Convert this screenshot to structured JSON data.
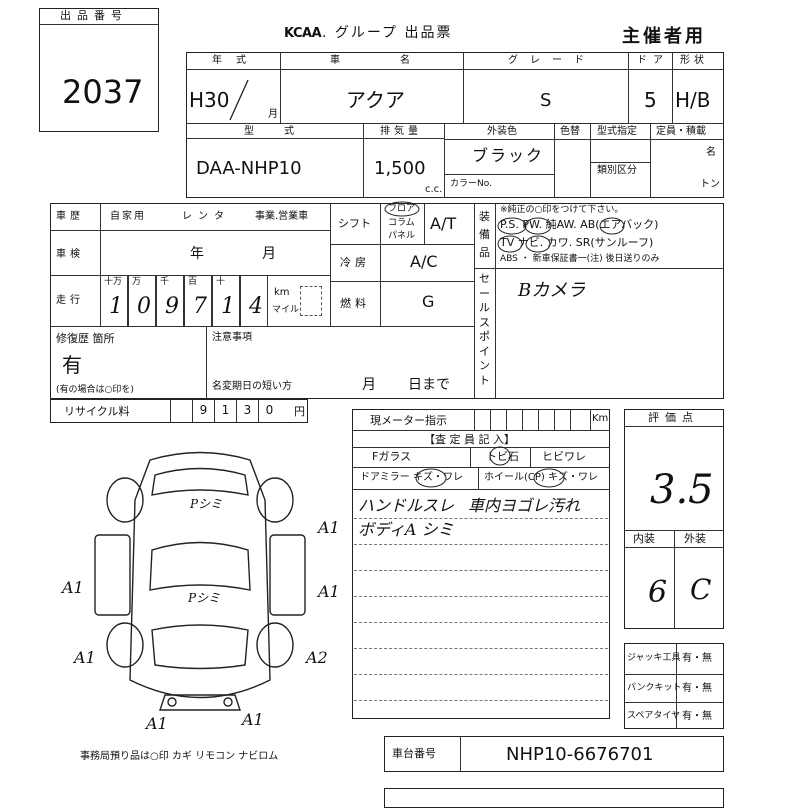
{
  "lot": {
    "label": "出品番号",
    "number": "2037"
  },
  "header": {
    "brand": "KCAA",
    "title": ". グループ 出品票",
    "role": "主催者用"
  },
  "row1": {
    "year_label": "年式",
    "year_value": "H30",
    "month_label": "月",
    "car_label": "車名",
    "car_value": "アクア",
    "grade_label": "グレード",
    "grade_value": "S",
    "door_label": "ドア",
    "door_value": "5",
    "shape_label": "形状",
    "shape_value": "H/B"
  },
  "row2": {
    "model_label": "型式",
    "model_value": "DAA-NHP10",
    "disp_label": "排気量",
    "disp_value": "1,500",
    "disp_unit": "c.c.",
    "color_label": "外装色",
    "color_value": "ブラック",
    "color_no_label": "カラーNo.",
    "colorcheck_label": "色替",
    "type_spec_label": "型式指定",
    "class_label": "類別区分",
    "capacity_label": "定員・積載",
    "capacity_unit1": "名",
    "capacity_unit2": "トン"
  },
  "history": {
    "label": "車歴",
    "options": [
      "自家用",
      "レンタ",
      "事業.営業車"
    ]
  },
  "inspection": {
    "label": "車検",
    "year": "年",
    "month": "月"
  },
  "mileage": {
    "label": "走行",
    "digit_labels": [
      "十万",
      "万",
      "千",
      "百",
      "十",
      ""
    ],
    "digits": [
      "1",
      "0",
      "9",
      "7",
      "1",
      "4"
    ],
    "unit_km": "km",
    "unit_mile": "マイル"
  },
  "shift": {
    "label": "シフト",
    "sub": [
      "フロア",
      "コラム",
      "パネル"
    ],
    "value": "A/T"
  },
  "ac": {
    "label": "冷房",
    "value": "A/C"
  },
  "fuel": {
    "label": "燃料",
    "value": "G"
  },
  "equipment": {
    "label": "装備品",
    "note": "※純正の○印をつけて下さい。",
    "line1": "P.S. PW. 純AW. AB(エアバック)",
    "line2": "TV ナビ. カワ. SR(サンルーフ)",
    "line3": "ABS ・ 新車保証書一(注) 後日送りのみ"
  },
  "sales_point": {
    "label": "セールスポイント",
    "value": "Bカメラ"
  },
  "repair": {
    "label": "修復歴 箇所",
    "value": "有",
    "note": "(有の場合は○印を)"
  },
  "notes": {
    "label": "注意事項",
    "short_name_change": "名変期日の短い方",
    "month": "月",
    "day": "日まで"
  },
  "recycle": {
    "label": "リサイクル料",
    "digits": [
      "",
      "9",
      "1",
      "3",
      "0"
    ],
    "unit": "円"
  },
  "inspector": {
    "meter_label": "現メーター指示",
    "meter_unit": "Km",
    "heading": "【査 定 員 記 入】",
    "glass": [
      "Fガラス",
      "トビ石",
      "ヒビワレ"
    ],
    "mirror": "ドアミラー キズ・ワレ",
    "wheel": "ホイール(CP) キズ・ワレ",
    "remarks": [
      "ハンドルスレ",
      "車内ヨゴレ汚れ",
      "ボディA シミ"
    ]
  },
  "rating": {
    "label": "評価点",
    "score": "3.5",
    "interior_label": "内装",
    "exterior_label": "外装",
    "interior_value": "6",
    "exterior_value": "C"
  },
  "tools": {
    "rows": [
      {
        "label": "ジャッキ工具",
        "value": "有・無"
      },
      {
        "label": "パンクキット",
        "value": "有・無"
      },
      {
        "label": "スペアタイヤ",
        "value": "有・無"
      }
    ]
  },
  "diagram": {
    "marks": [
      "Pシミ",
      "Pシミ",
      "A1",
      "A1",
      "A1",
      "A1",
      "A1",
      "A2",
      "A1"
    ]
  },
  "footer": {
    "keys": "事務局預り品は○印  カギ リモコン ナビロム"
  },
  "chassis": {
    "label": "車台番号",
    "value": "NHP10-6676701"
  }
}
